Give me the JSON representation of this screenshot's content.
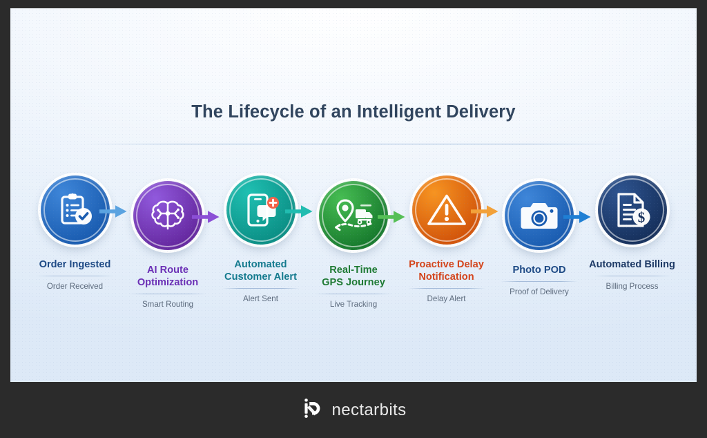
{
  "frame": {
    "background_color": "#2b2b2b"
  },
  "canvas": {
    "background_tint": "#eef4fb"
  },
  "header": {
    "title": "The Lifecycle of an Intelligent Delivery"
  },
  "flow": {
    "steps": [
      {
        "label": "Order Ingested",
        "sublabel": "Order Received",
        "icon": "clipboard-check-icon",
        "label_color": "#1e4a85",
        "color_from": "#3e86d9",
        "color_to": "#1a5cb0",
        "arrow_color": "#5ba3e0",
        "has_arrow": true
      },
      {
        "label": "AI Route\nOptimization",
        "sublabel": "Smart Routing",
        "icon": "brain-circuit-icon",
        "label_color": "#6b2fb5",
        "color_from": "#9159dd",
        "color_to": "#65289f",
        "arrow_color": "#8b4fd6",
        "has_arrow": true
      },
      {
        "label": "Automated\nCustomer Alert",
        "sublabel": "Alert Sent",
        "icon": "phone-alert-icon",
        "label_color": "#147a8e",
        "color_from": "#1fc0b2",
        "color_to": "#0b8f85",
        "arrow_color": "#21bcb0",
        "has_arrow": true
      },
      {
        "label": "Real-Time\nGPS Journey",
        "sublabel": "Live Tracking",
        "icon": "gps-truck-icon",
        "label_color": "#1f7a34",
        "color_from": "#46bd52",
        "color_to": "#177a2d",
        "arrow_color": "#56bf56",
        "has_arrow": true
      },
      {
        "label": "Proactive Delay\nNotification",
        "sublabel": "Delay Alert",
        "icon": "warning-triangle-icon",
        "label_color": "#d4451c",
        "color_from": "#f79421",
        "color_to": "#d2540a",
        "arrow_color": "#f2a13a",
        "has_arrow": true
      },
      {
        "label": "Photo POD",
        "sublabel": "Proof of Delivery",
        "icon": "camera-icon",
        "label_color": "#1e4a85",
        "color_from": "#3e86d9",
        "color_to": "#1a5cb0",
        "arrow_color": "#1f7fd4",
        "has_arrow": true
      },
      {
        "label": "Automated Billing",
        "sublabel": "Billing Process",
        "icon": "invoice-dollar-icon",
        "label_color": "#1e3a66",
        "color_from": "#2e5490",
        "color_to": "#16305c",
        "arrow_color": "#1f7fd4",
        "has_arrow": false
      }
    ]
  },
  "footer": {
    "brand": "nectarbits",
    "logo_icon": "nectarbits-logo-icon",
    "background_color": "#2b2b2b"
  }
}
